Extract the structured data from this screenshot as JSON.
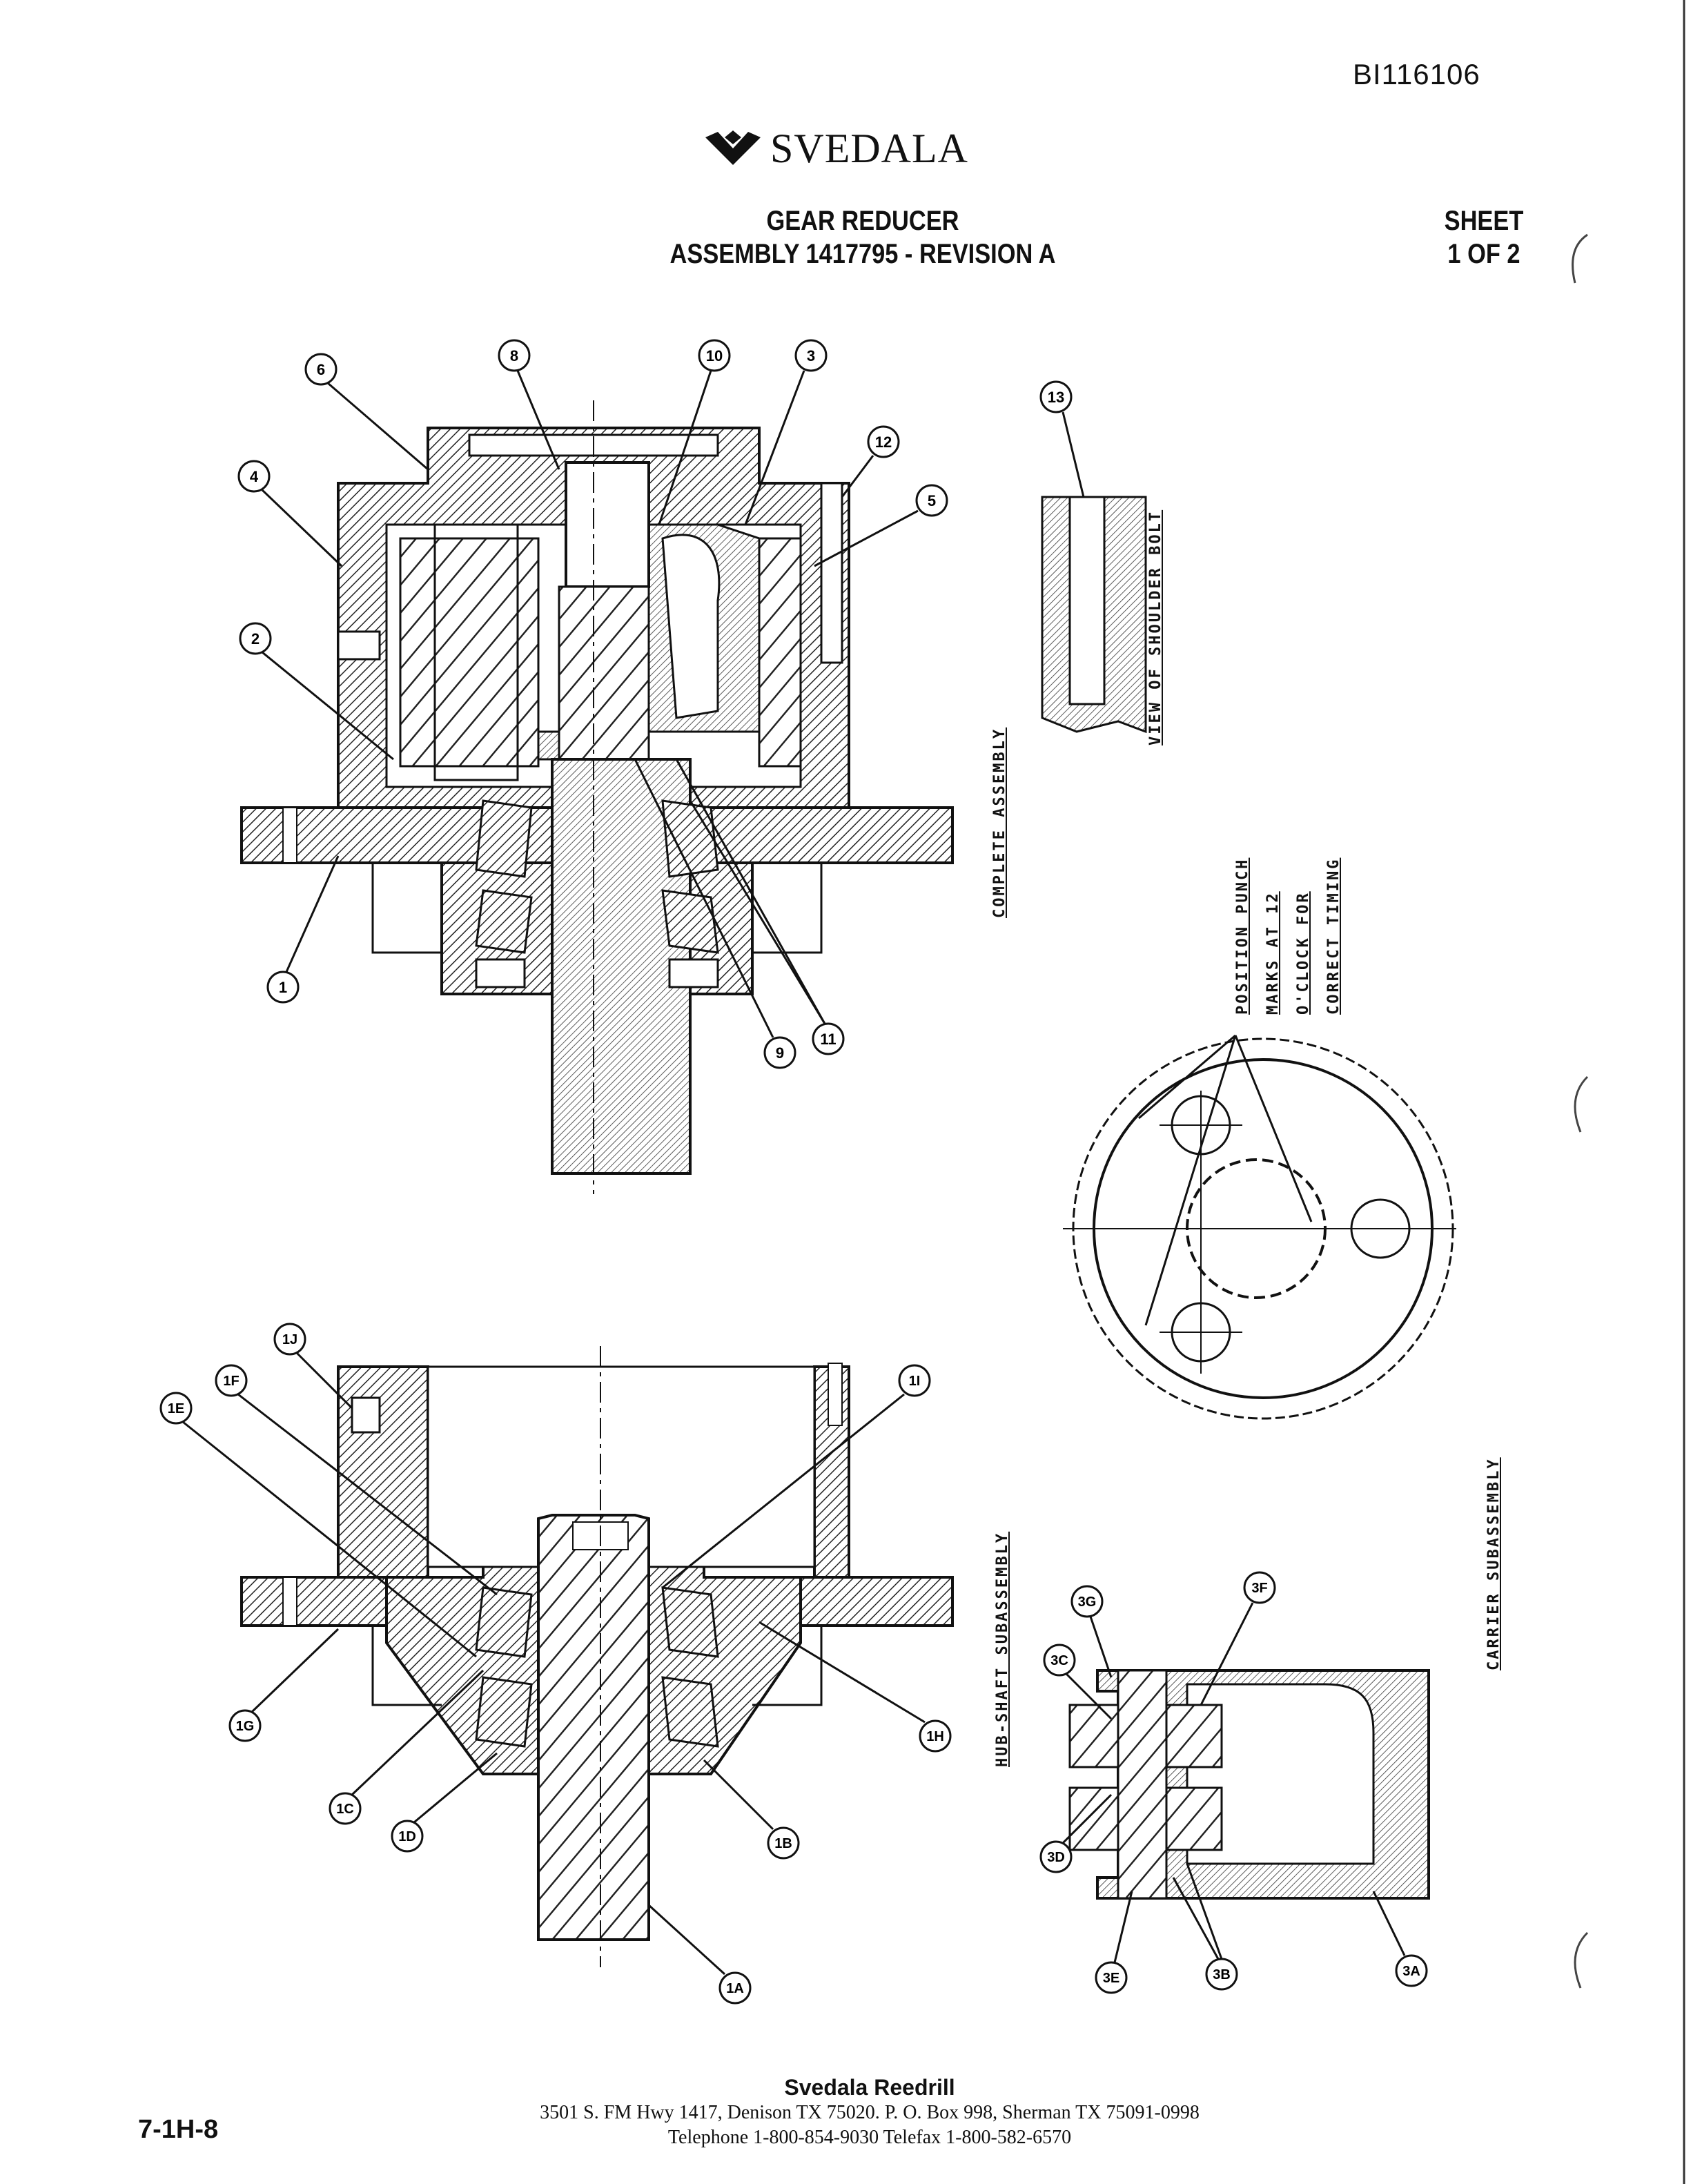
{
  "document_id": "BI116106",
  "brand": {
    "name": "SVEDALA",
    "logo_icon": "svedala-bird-logo"
  },
  "title": {
    "line1": "GEAR REDUCER",
    "line2": "ASSEMBLY 1417795 - REVISION A"
  },
  "sheet": {
    "line1": "SHEET",
    "line2": "1 OF 2"
  },
  "views": {
    "complete_assembly": "COMPLETE ASSEMBLY",
    "shoulder_bolt": "VIEW OF SHOULDER BOLT",
    "position_note": [
      "POSITION PUNCH",
      "MARKS AT 12",
      "O'CLOCK FOR",
      "CORRECT TIMING"
    ],
    "hub_shaft": "HUB-SHAFT SUBASSEMBLY",
    "carrier": "CARRIER SUBASSEMBLY"
  },
  "callouts": {
    "complete": [
      "6",
      "8",
      "10",
      "3",
      "12",
      "4",
      "5",
      "2",
      "1",
      "9",
      "11",
      "13"
    ],
    "hub_shaft": [
      "1J",
      "1F",
      "1E",
      "1I",
      "1G",
      "1H",
      "1C",
      "1D",
      "1B",
      "1A"
    ],
    "carrier": [
      "3G",
      "3F",
      "3C",
      "3D",
      "3E",
      "3B",
      "3A"
    ]
  },
  "footer": {
    "company": "Svedala Reedrill",
    "address": "3501 S. FM Hwy 1417, Denison TX  75020.    P. O. Box 998, Sherman TX  75091-0998",
    "phone": "Telephone 1-800-854-9030  Telefax 1-800-582-6570"
  },
  "page_number": "7-1H-8"
}
